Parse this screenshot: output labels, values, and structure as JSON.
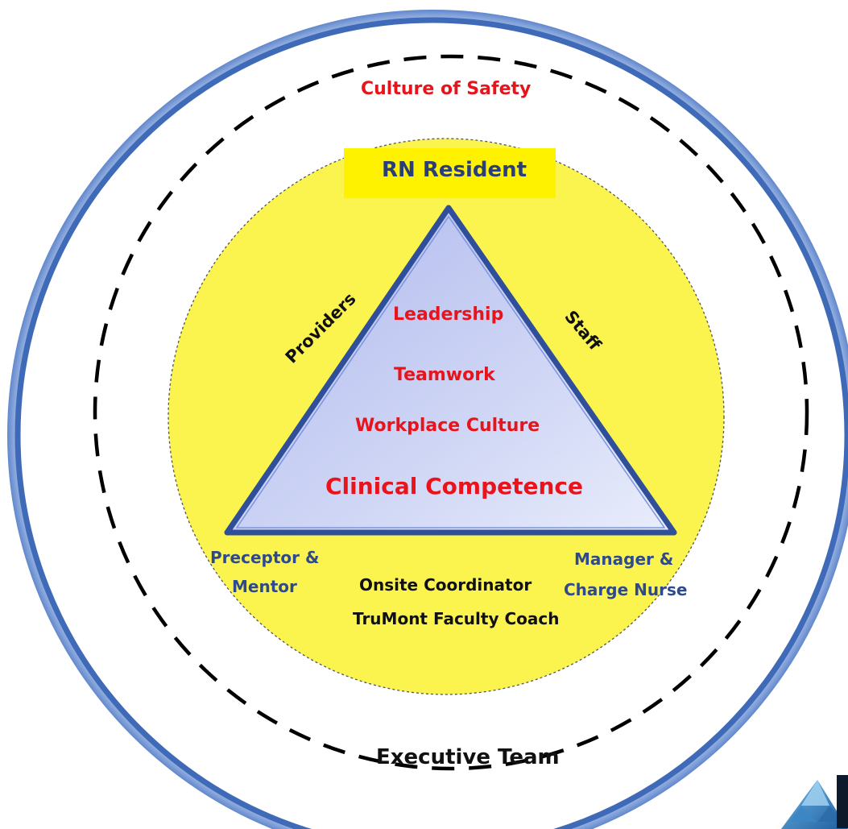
{
  "labels": {
    "culture_of_safety": "Culture of Safety",
    "rn_resident": "RN Resident",
    "providers": "Providers",
    "staff": "Staff",
    "leadership": "Leadership",
    "teamwork": "Teamwork",
    "workplace_culture": "Workplace Culture",
    "clinical_competence": "Clinical Competence",
    "preceptor_line1": "Preceptor &",
    "preceptor_line2": "Mentor",
    "manager_line1": "Manager &",
    "manager_line2": "Charge Nurse",
    "onsite_coordinator": "Onsite Coordinator",
    "faculty_coach": "TruMont Faculty Coach",
    "executive_team": "Executive Team"
  },
  "colors": {
    "red_text": "#e8141b",
    "blue_text": "#2e4a8c",
    "yellow_fill": "#fbf44f",
    "outer_ring": "#3a64b4",
    "triangle_edge": "#2f4f9a",
    "triangle_fill": "#c5cef3"
  },
  "icons": {
    "logo": "triangle-logo-icon"
  }
}
